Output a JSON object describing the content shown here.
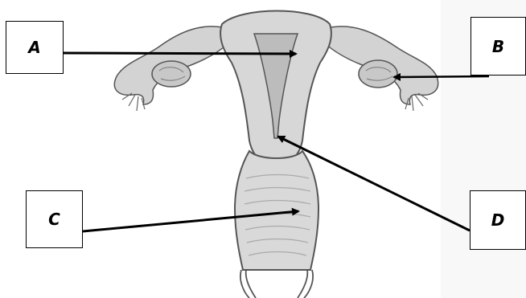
{
  "labels": {
    "a": "A",
    "b": "B",
    "c": "C",
    "d": "D"
  },
  "colors": {
    "organ_fill": "#d7d7d7",
    "organ_dark": "#a9a9a9",
    "outline": "#555555",
    "arrow": "#000000"
  }
}
